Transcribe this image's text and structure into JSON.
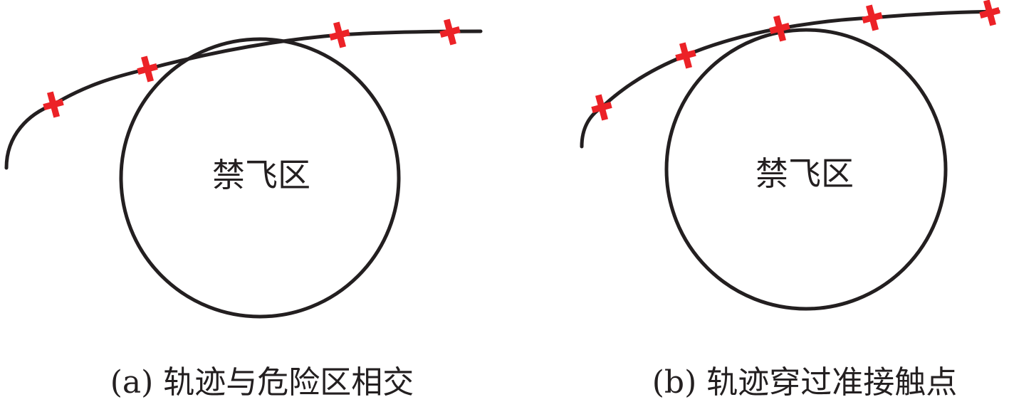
{
  "colors": {
    "stroke": "#231f20",
    "marker": "#ec2227"
  },
  "panels": [
    {
      "zone_label": "禁飞区",
      "caption": "(a) 轨迹与危险区相交"
    },
    {
      "zone_label": "禁飞区",
      "caption": "(b) 轨迹穿过准接触点"
    }
  ]
}
